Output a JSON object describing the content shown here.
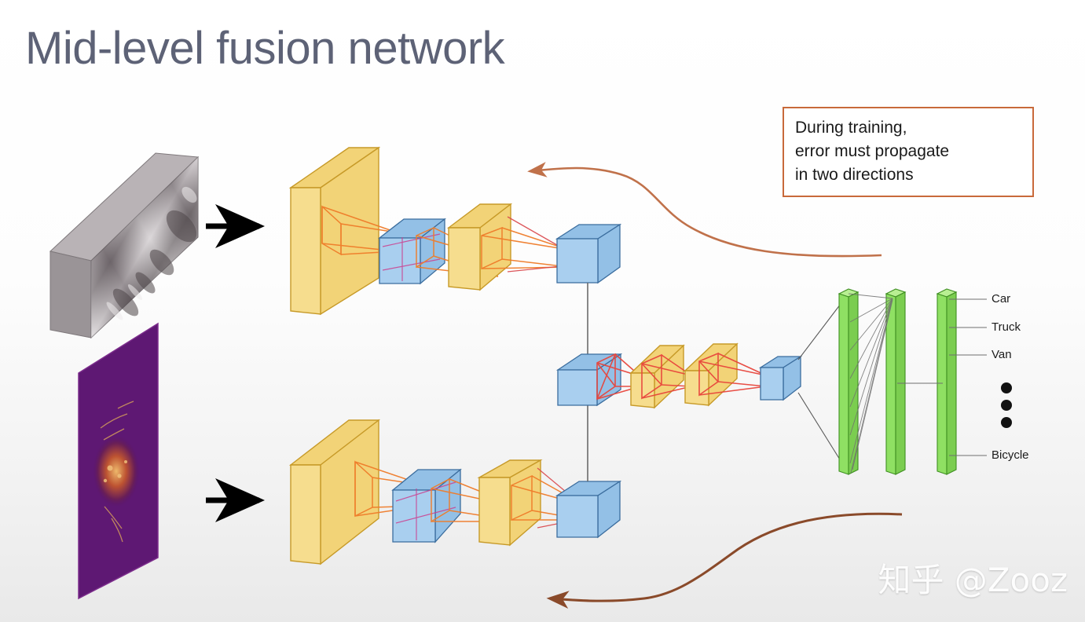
{
  "slide": {
    "title": "Mid-level fusion network",
    "title_color": "#5d6276",
    "background": "light-gray-gradient"
  },
  "annotation": {
    "border_color": "#c8693a",
    "line1": "During training,",
    "line2": "error must propagate",
    "line3": "in two directions"
  },
  "inputs": [
    {
      "name": "camera-image",
      "type": "grayscale-photo",
      "arrow": "right-arrow"
    },
    {
      "name": "lidar-depth-map",
      "type": "purple-inferno-map",
      "arrow": "right-arrow"
    }
  ],
  "branches": {
    "top": {
      "label": "camera-cnn-branch",
      "layers": [
        "conv-slab",
        "pool-block",
        "conv-slab",
        "feature-cube"
      ]
    },
    "bottom": {
      "label": "lidar-cnn-branch",
      "layers": [
        "conv-slab",
        "pool-block",
        "conv-slab",
        "feature-cube"
      ]
    },
    "fusion": {
      "label": "fusion-branch",
      "layers": [
        "concat-cube",
        "conv-slab",
        "conv-slab",
        "feature-cube"
      ]
    }
  },
  "fc_layers": [
    {
      "name": "fc-layer-1"
    },
    {
      "name": "fc-layer-2"
    },
    {
      "name": "fc-output-layer"
    }
  ],
  "class_labels": [
    "Car",
    "Truck",
    "Van",
    "Bicycle"
  ],
  "ellipsis": "⋮",
  "backprop_arrows": [
    {
      "name": "top-backprop-arrow",
      "color": "#c0714a",
      "direction": "left"
    },
    {
      "name": "bottom-backprop-arrow",
      "color": "#8a4a2a",
      "direction": "left"
    }
  ],
  "colors": {
    "conv_yellow_face": "#f6dd8e",
    "conv_yellow_side": "#f2d377",
    "conv_outline": "#c79a28",
    "pool_blue_face": "#a9cfef",
    "pool_blue_side": "#93c0e6",
    "pool_outline": "#3b6d9e",
    "fc_green_face": "#8fe063",
    "fc_green_side": "#7bcd50",
    "fc_outline": "#3f8f22",
    "projection_red": "#e8453c",
    "projection_orange": "#ef8a2a",
    "connector_gray": "#6b6b6b",
    "input_arrow": "#000000"
  },
  "watermark": "知乎 @Zooz"
}
